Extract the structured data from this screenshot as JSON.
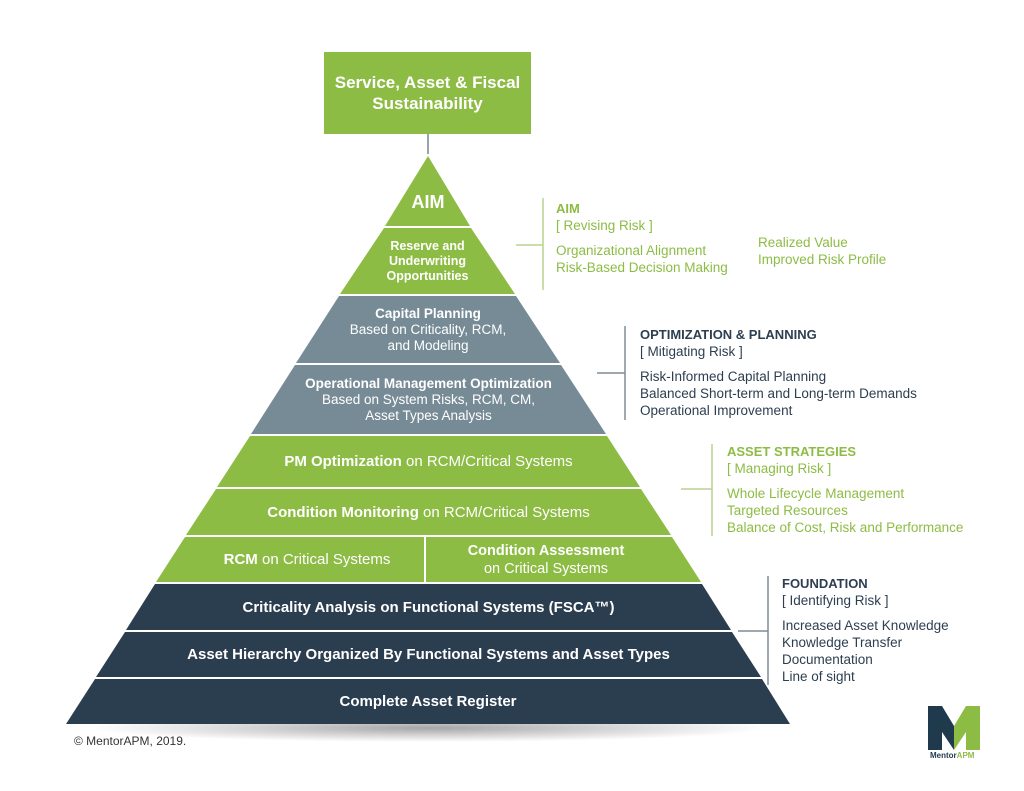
{
  "top_box": {
    "line1": "Service, Asset & Fiscal",
    "line2": "Sustainability"
  },
  "pyramid": {
    "aim": "AIM",
    "reserve": [
      "Reserve and",
      "Underwriting",
      "Opportunities"
    ],
    "capital_planning": {
      "title": "Capital Planning",
      "lines": [
        "Based on Criticality, RCM,",
        "and Modeling"
      ]
    },
    "operational": {
      "title": "Operational Management Optimization",
      "lines": [
        "Based on System Risks, RCM, CM,",
        "Asset Types Analysis"
      ]
    },
    "pm_optimization": {
      "bold": "PM Optimization",
      "rest": " on RCM/Critical Systems"
    },
    "condition_monitoring": {
      "bold": "Condition Monitoring",
      "rest": " on RCM/Critical Systems"
    },
    "rcm": {
      "bold": "RCM",
      "rest": " on Critical Systems"
    },
    "condition_assessment": {
      "bold": "Condition Assessment",
      "rest": "on Critical Systems"
    },
    "criticality": "Criticality Analysis on Functional Systems (FSCA™)",
    "hierarchy": "Asset Hierarchy Organized By Functional Systems and Asset Types",
    "register": "Complete Asset Register"
  },
  "side_aim": {
    "title": "AIM",
    "sub": "[ Revising Risk ]",
    "col1": [
      "Organizational Alignment",
      "Risk-Based Decision Making"
    ],
    "col2": [
      "Realized Value",
      "Improved Risk Profile"
    ]
  },
  "side_optimization": {
    "title": "OPTIMIZATION & PLANNING",
    "sub": "[ Mitigating Risk ]",
    "items": [
      "Risk-Informed Capital Planning",
      "Balanced Short-term and Long-term Demands",
      "Operational Improvement"
    ]
  },
  "side_strategies": {
    "title": "ASSET STRATEGIES",
    "sub": "[ Managing Risk ]",
    "items": [
      "Whole Lifecycle Management",
      "Targeted Resources",
      "Balance of Cost, Risk and Performance"
    ]
  },
  "side_foundation": {
    "title": "FOUNDATION",
    "sub": "[ Identifying Risk ]",
    "items": [
      "Increased Asset Knowledge",
      "Knowledge Transfer",
      "Documentation",
      "Line of sight"
    ]
  },
  "copyright": "© MentorAPM, 2019.",
  "logo": {
    "part1": "Mentor",
    "part2": "APM"
  },
  "colors": {
    "green": "#8dbc45",
    "slate": "#778b96",
    "navy": "#2b3e4f"
  }
}
